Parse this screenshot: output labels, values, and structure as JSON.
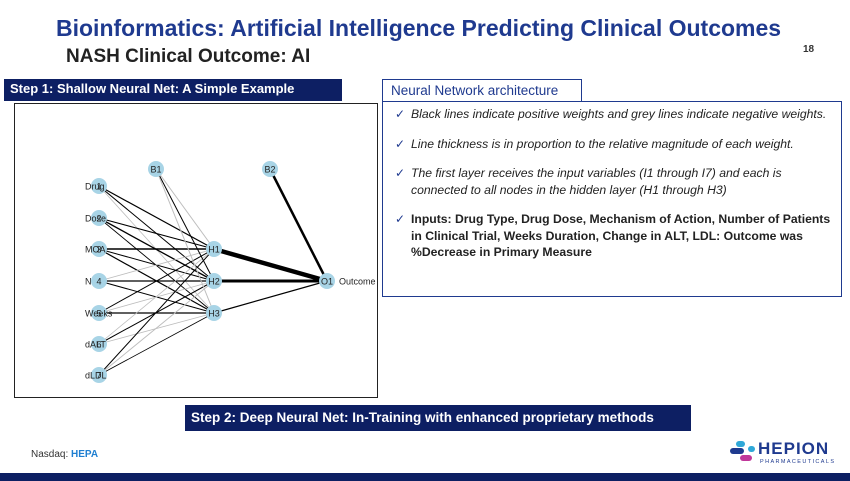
{
  "slide": {
    "title": "Bioinformatics: Artificial Intelligence Predicting Clinical Outcomes",
    "subtitle": "NASH Clinical Outcome:  AI",
    "page_number": "18"
  },
  "step1": {
    "label": "Step 1:  Shallow Neural Net: A Simple Example"
  },
  "step2": {
    "label": "Step 2:  Deep Neural Net: In-Training with enhanced proprietary methods"
  },
  "nn_panel": {
    "header": "Neural Network architecture",
    "bullets": [
      {
        "text": "Black lines indicate positive weights and grey lines indicate negative weights.",
        "style": "italic"
      },
      {
        "text": "Line thickness is in proportion to the relative magnitude of each weight.",
        "style": "italic"
      },
      {
        "text": "The first layer receives the input variables (I1 through I7) and each is connected to all nodes in the hidden layer (H1 through H3)",
        "style": "italic"
      },
      {
        "text": "Inputs:  Drug Type, Drug Dose, Mechanism of Action, Number of Patients in Clinical Trial,  Weeks Duration, Change in ALT, LDL:  Outcome was %Decrease in Primary Measure",
        "style": "bold"
      }
    ]
  },
  "network": {
    "inputs": [
      {
        "id": "I1",
        "label": "Drug"
      },
      {
        "id": "I2",
        "label": "Dose"
      },
      {
        "id": "I3",
        "label": "MOA"
      },
      {
        "id": "I4",
        "label": "N"
      },
      {
        "id": "I5",
        "label": "Weeks"
      },
      {
        "id": "I6",
        "label": "dALT"
      },
      {
        "id": "I7",
        "label": "dLDL"
      }
    ],
    "hidden": [
      {
        "id": "H1"
      },
      {
        "id": "H2"
      },
      {
        "id": "H3"
      }
    ],
    "bias1": {
      "id": "B1"
    },
    "bias2": {
      "id": "B2"
    },
    "output": {
      "id": "O1",
      "label": "Outcome"
    },
    "colors": {
      "node": "#a8d4e6",
      "positive": "#000000",
      "negative": "#bdbdbd"
    }
  },
  "footer": {
    "label": "Nasdaq:",
    "ticker": "HEPA"
  },
  "logo": {
    "name": "HEPION",
    "tagline": "PHARMACEUTICALS"
  }
}
